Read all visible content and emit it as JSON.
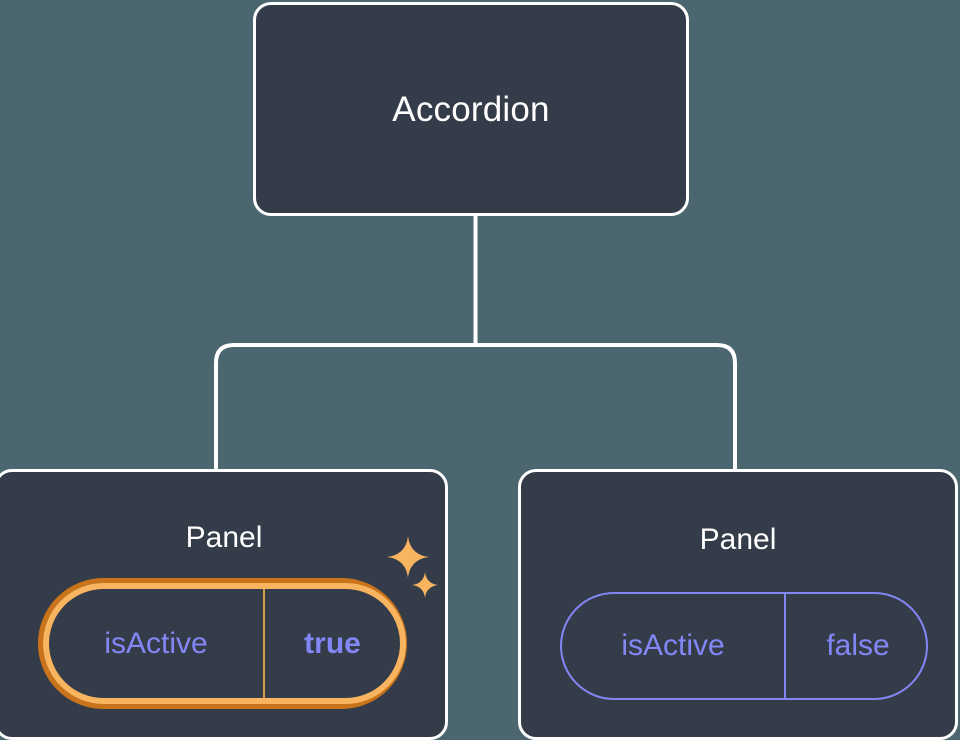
{
  "diagram": {
    "type": "component-tree",
    "background_color": "#4c6670",
    "node_fill_color": "#343c4a",
    "node_border_color": "#ffffff",
    "connector_color": "#ffffff",
    "prop_text_color": "#8287f5",
    "highlight_outer_ring_color": "#c9731a",
    "highlight_inner_ring_color": "#f8b45e",
    "sparkle_color": "#f8b45e",
    "root": {
      "title": "Accordion"
    },
    "children": [
      {
        "title": "Panel",
        "highlighted": true,
        "prop": {
          "name": "isActive",
          "value": "true"
        },
        "sparkles": [
          "sparkle-icon",
          "sparkle-icon"
        ]
      },
      {
        "title": "Panel",
        "highlighted": false,
        "prop": {
          "name": "isActive",
          "value": "false"
        }
      }
    ],
    "edges": [
      {
        "from": "Accordion",
        "to": "Panel (left)"
      },
      {
        "from": "Accordion",
        "to": "Panel (right)"
      }
    ]
  }
}
